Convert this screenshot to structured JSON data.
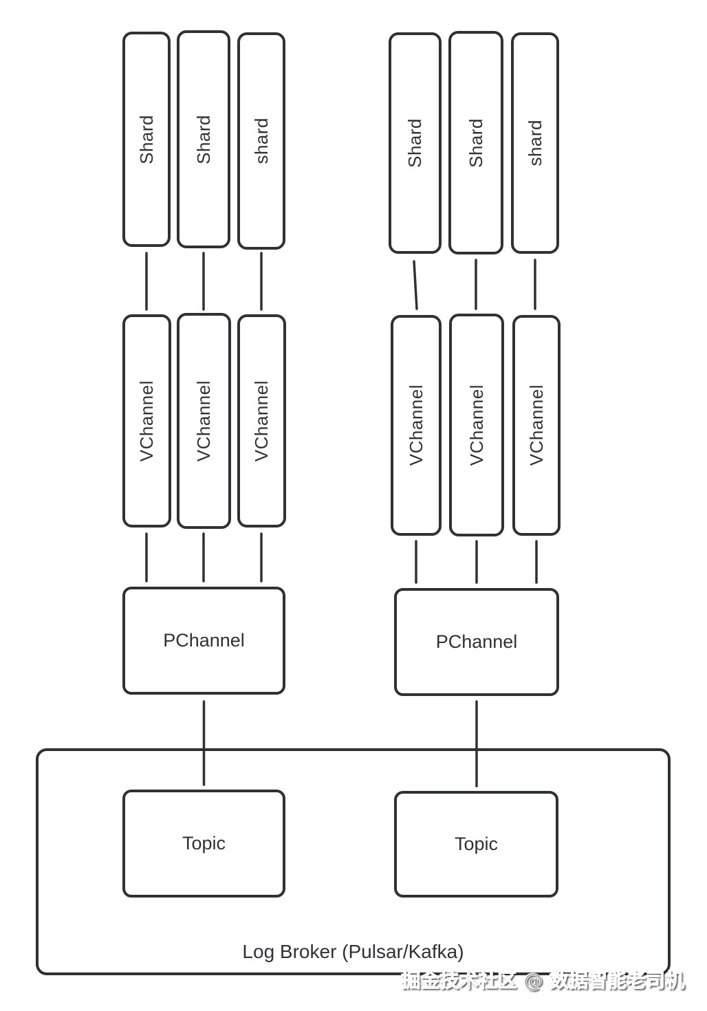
{
  "diagram": {
    "background": "#ffffff",
    "stroke_color": "#2e3236",
    "text_color": "#2e3236",
    "groups": [
      {
        "shards": [
          "Shard",
          "Shard",
          "shard"
        ],
        "vchannels": [
          "VChannel",
          "VChannel",
          "VChannel"
        ],
        "pchannel_label": "PChannel",
        "topic_label": "Topic"
      },
      {
        "shards": [
          "Shard",
          "Shard",
          "shard"
        ],
        "vchannels": [
          "VChannel",
          "VChannel",
          "VChannel"
        ],
        "pchannel_label": "PChannel",
        "topic_label": "Topic"
      }
    ],
    "log_broker": {
      "label": "Log Broker (Pulsar/Kafka)"
    },
    "watermark": {
      "text": "掘金技术社区 @ 数据智能老司机",
      "color": "#8f8f8f"
    }
  }
}
